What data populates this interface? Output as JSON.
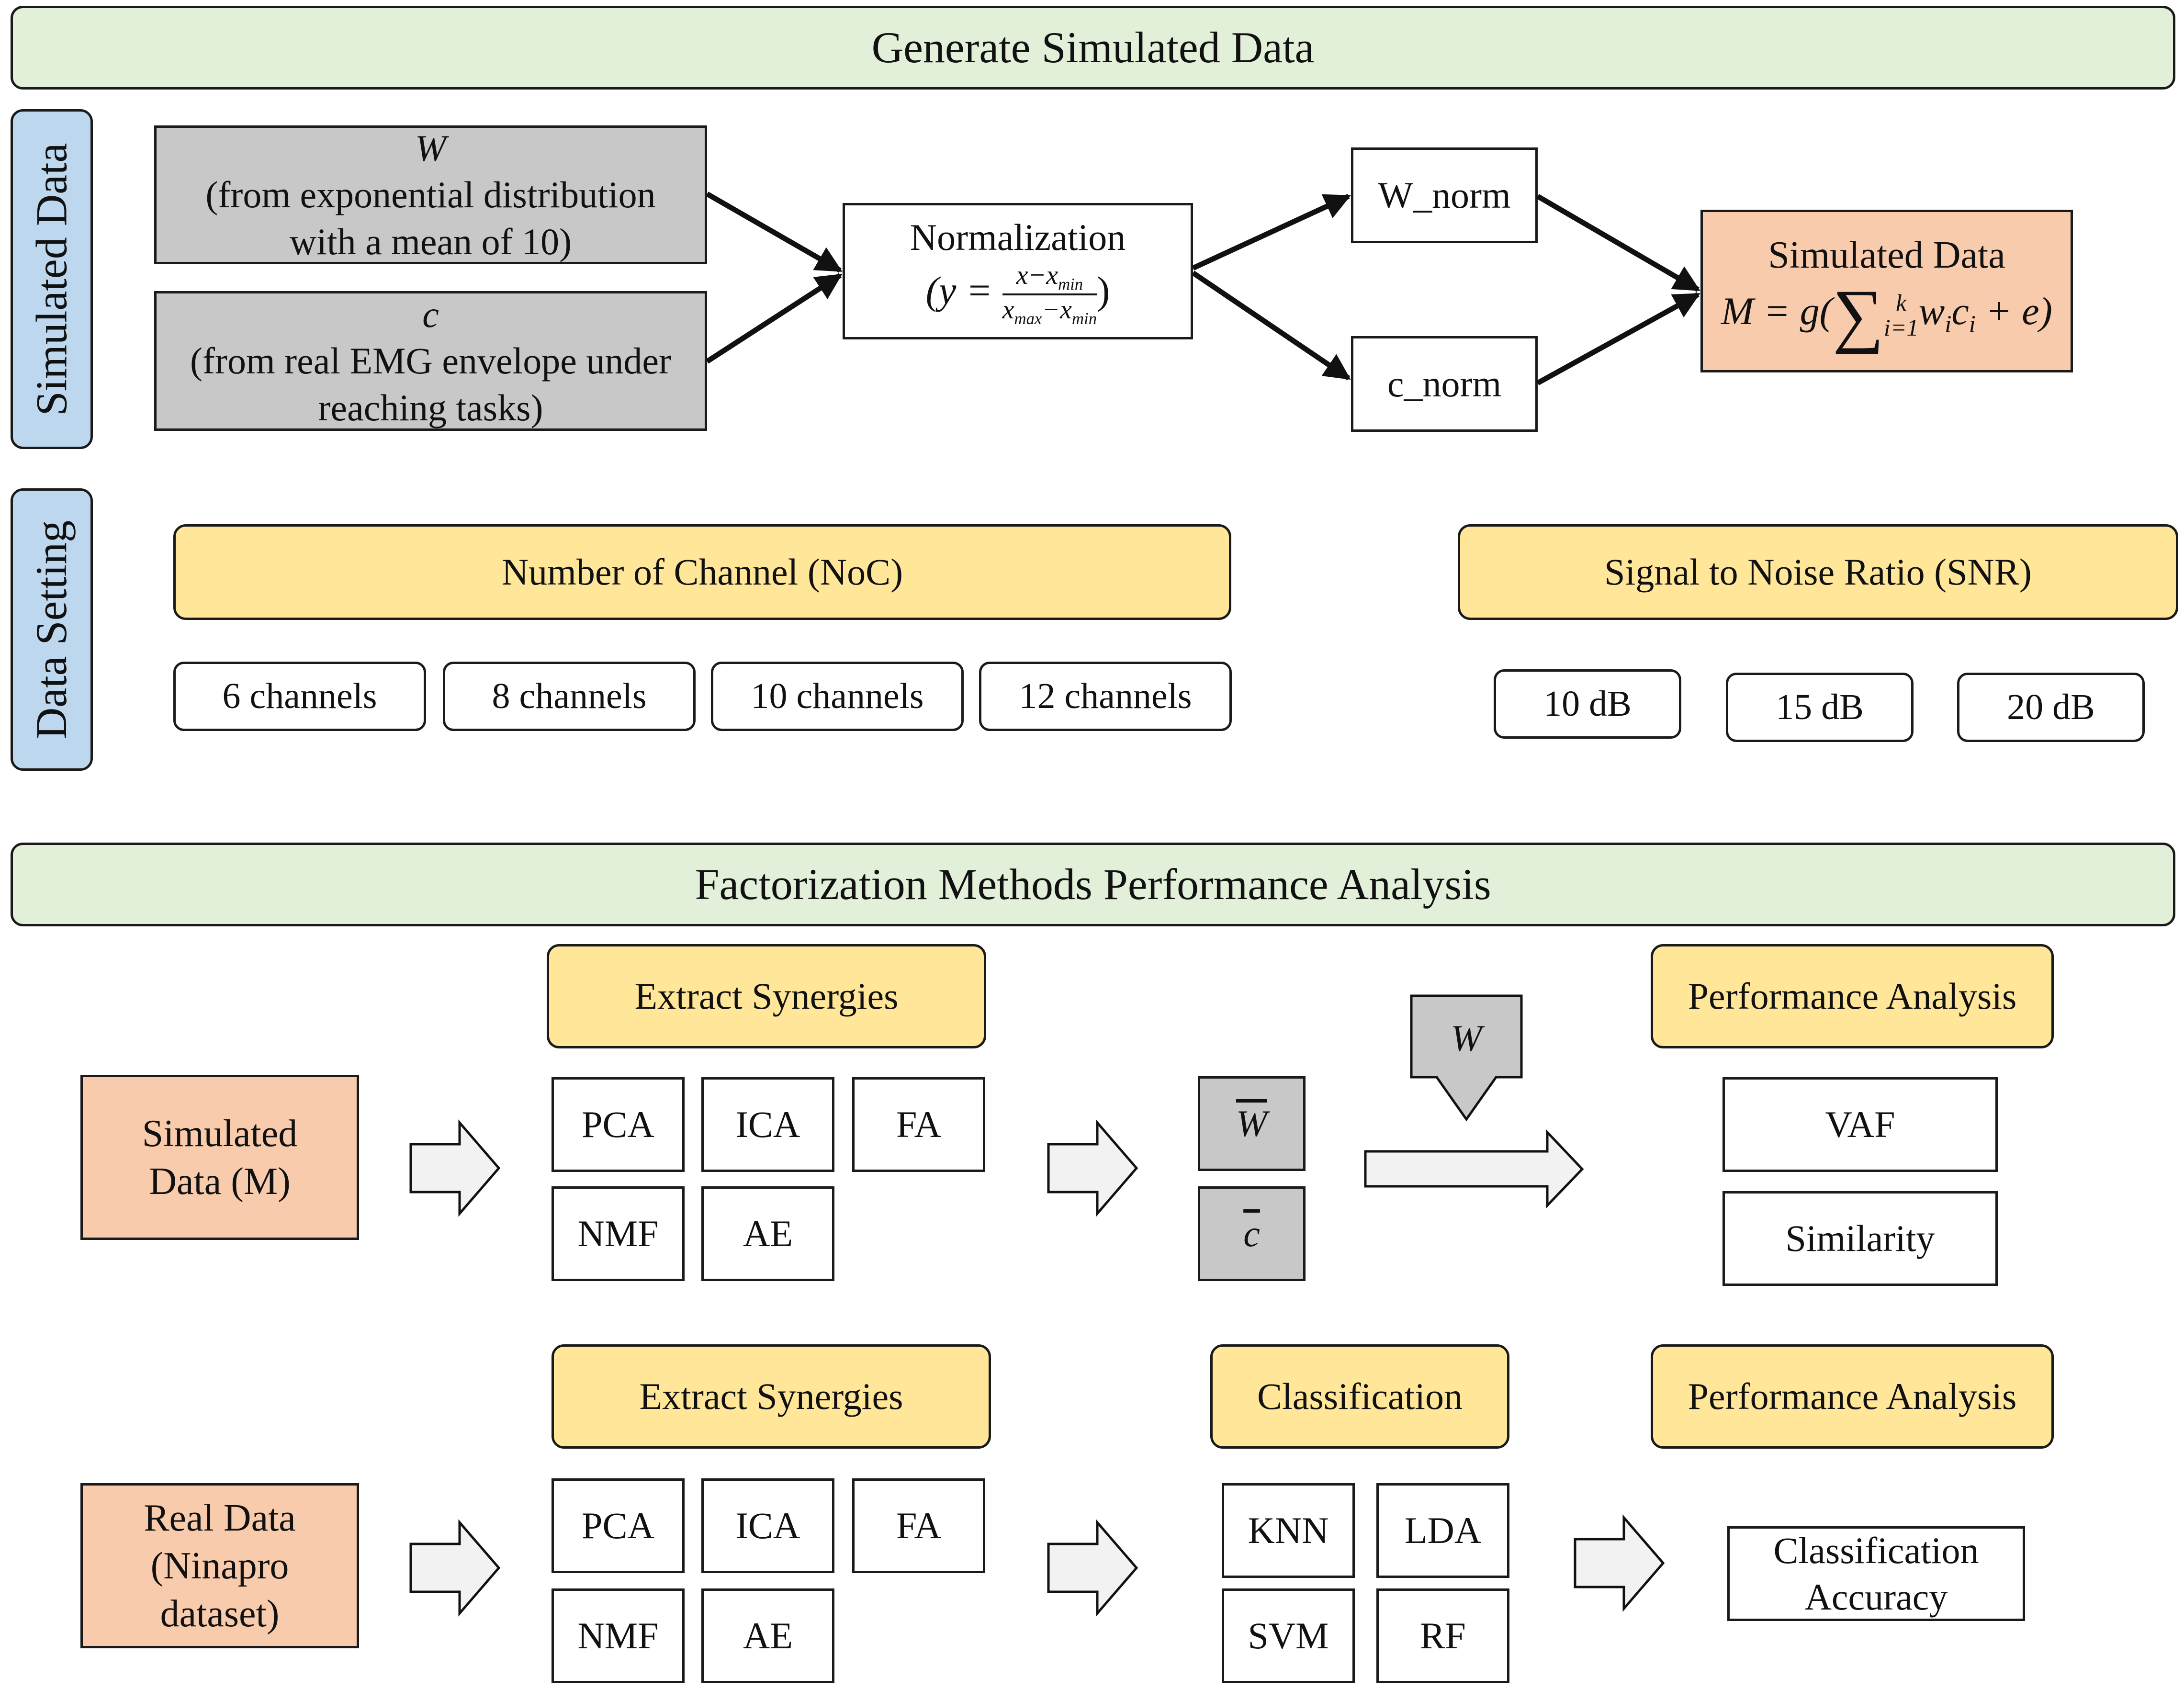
{
  "banners": {
    "generate": "Generate Simulated Data",
    "analysis": "Factorization Methods Performance Analysis"
  },
  "side_labels": {
    "simulated": "Simulated Data",
    "setting": "Data Setting"
  },
  "inputs": {
    "w_symbol": "W",
    "w_line1": "(from exponential distribution",
    "w_line2": "with a mean of 10)",
    "c_symbol": "c",
    "c_line1": "(from real EMG envelope under",
    "c_line2": "reaching tasks)"
  },
  "normalization": {
    "title": "Normalization",
    "lhs": "(y = ",
    "numerator": "x−x",
    "num_sub": "min",
    "den_a": "x",
    "den_a_sub": "max",
    "den_b": "−x",
    "den_b_sub": "min",
    "rhs": ")"
  },
  "norm_outputs": {
    "w_norm": "W_norm",
    "c_norm": "c_norm"
  },
  "simulated_output": {
    "title": "Simulated Data",
    "lhs": "M = g(",
    "sum_top": "k",
    "sum_bottom": "i=1",
    "w": "w",
    "w_sub": "i",
    "c": "c",
    "c_sub": "i",
    "tail": " + e)"
  },
  "data_setting": {
    "noc_title": "Number of Channel (NoC)",
    "channels": [
      "6 channels",
      "8 channels",
      "10 channels",
      "12 channels"
    ],
    "snr_title": "Signal to Noise Ratio (SNR)",
    "snr_levels": [
      "10 dB",
      "15 dB",
      "20 dB"
    ]
  },
  "simulated_row": {
    "source_line1": "Simulated",
    "source_line2": "Data (M)",
    "extract_title": "Extract Synergies",
    "methods": [
      "PCA",
      "ICA",
      "FA",
      "NMF",
      "AE"
    ],
    "w_bar": "W",
    "c_bar": "c",
    "w_true": "W",
    "perf_title": "Performance Analysis",
    "metrics": [
      "VAF",
      "Similarity"
    ]
  },
  "real_row": {
    "source_line1": "Real Data",
    "source_line2": "(Ninapro",
    "source_line3": "dataset)",
    "extract_title": "Extract Synergies",
    "methods": [
      "PCA",
      "ICA",
      "FA",
      "NMF",
      "AE"
    ],
    "class_title": "Classification",
    "classifiers": [
      "KNN",
      "LDA",
      "SVM",
      "RF"
    ],
    "perf_title": "Performance Analysis",
    "accuracy_line1": "Classification",
    "accuracy_line2": "Accuracy"
  }
}
